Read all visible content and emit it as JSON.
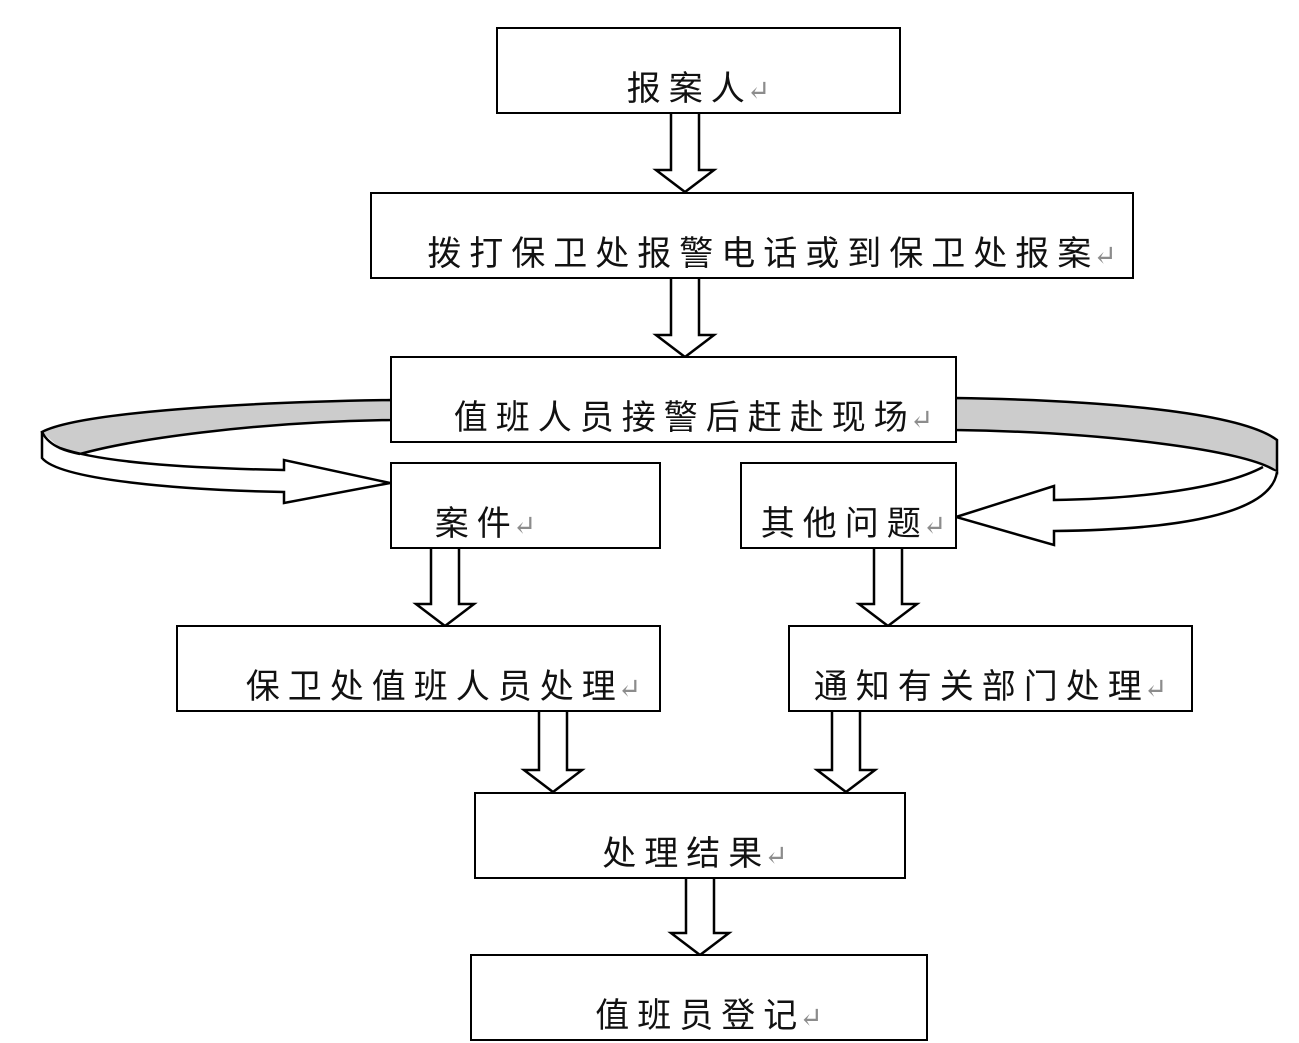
{
  "diagram": {
    "type": "flowchart",
    "paragraph_mark": "↵",
    "colors": {
      "stroke": "#000000",
      "box_fill": "#ffffff",
      "loop_band_fill": "#cccccc",
      "paragraph_mark": "#8c8c8c"
    },
    "nodes": {
      "reporter": {
        "label": "报案人"
      },
      "call": {
        "label": "拨打保卫处报警电话或到保卫处报案"
      },
      "dispatch": {
        "label": "值班人员接警后赶赴现场"
      },
      "case": {
        "label": "案件"
      },
      "other": {
        "label": "其他问题"
      },
      "security_handle": {
        "label": "保卫处值班人员处理"
      },
      "notify_dept": {
        "label": "通知有关部门处理"
      },
      "result": {
        "label": "处理结果"
      },
      "register": {
        "label": "值班员登记"
      }
    },
    "edges": [
      {
        "from": "reporter",
        "to": "call"
      },
      {
        "from": "call",
        "to": "dispatch"
      },
      {
        "from": "dispatch",
        "to": "case",
        "style": "curved-loop-left"
      },
      {
        "from": "dispatch",
        "to": "other",
        "style": "curved-loop-right"
      },
      {
        "from": "case",
        "to": "security_handle"
      },
      {
        "from": "other",
        "to": "notify_dept"
      },
      {
        "from": "security_handle",
        "to": "result"
      },
      {
        "from": "notify_dept",
        "to": "result"
      },
      {
        "from": "result",
        "to": "register"
      }
    ]
  }
}
